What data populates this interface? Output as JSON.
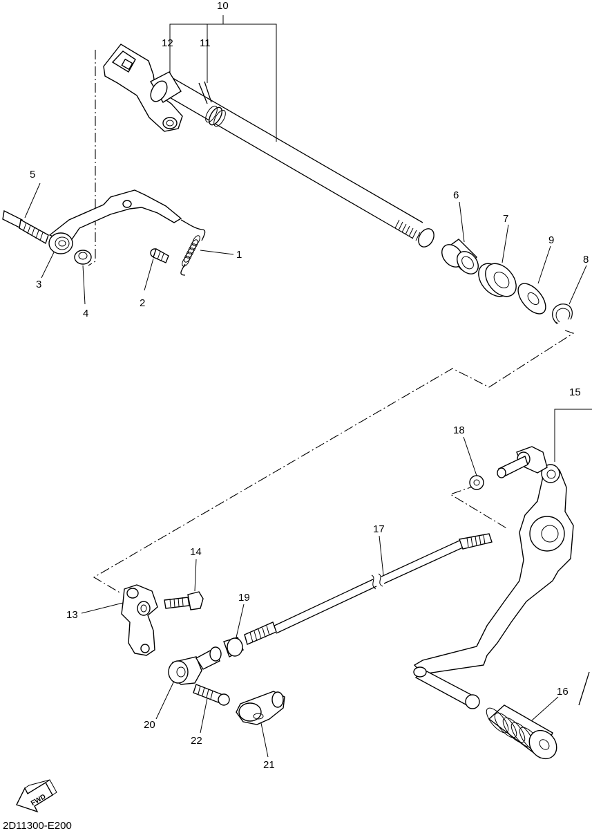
{
  "diagram": {
    "part_labels": {
      "p1": "1",
      "p2": "2",
      "p3": "3",
      "p4": "4",
      "p5": "5",
      "p6": "6",
      "p7": "7",
      "p8": "8",
      "p9": "9",
      "p10": "10",
      "p11": "11",
      "p12": "12",
      "p13": "13",
      "p14": "14",
      "p15": "15",
      "p16": "16",
      "p17": "17",
      "p18": "18",
      "p19": "19",
      "p20": "20",
      "p21": "21",
      "p22": "22"
    },
    "direction_arrow": "FWD",
    "drawing_code": "2D11300-E200"
  }
}
